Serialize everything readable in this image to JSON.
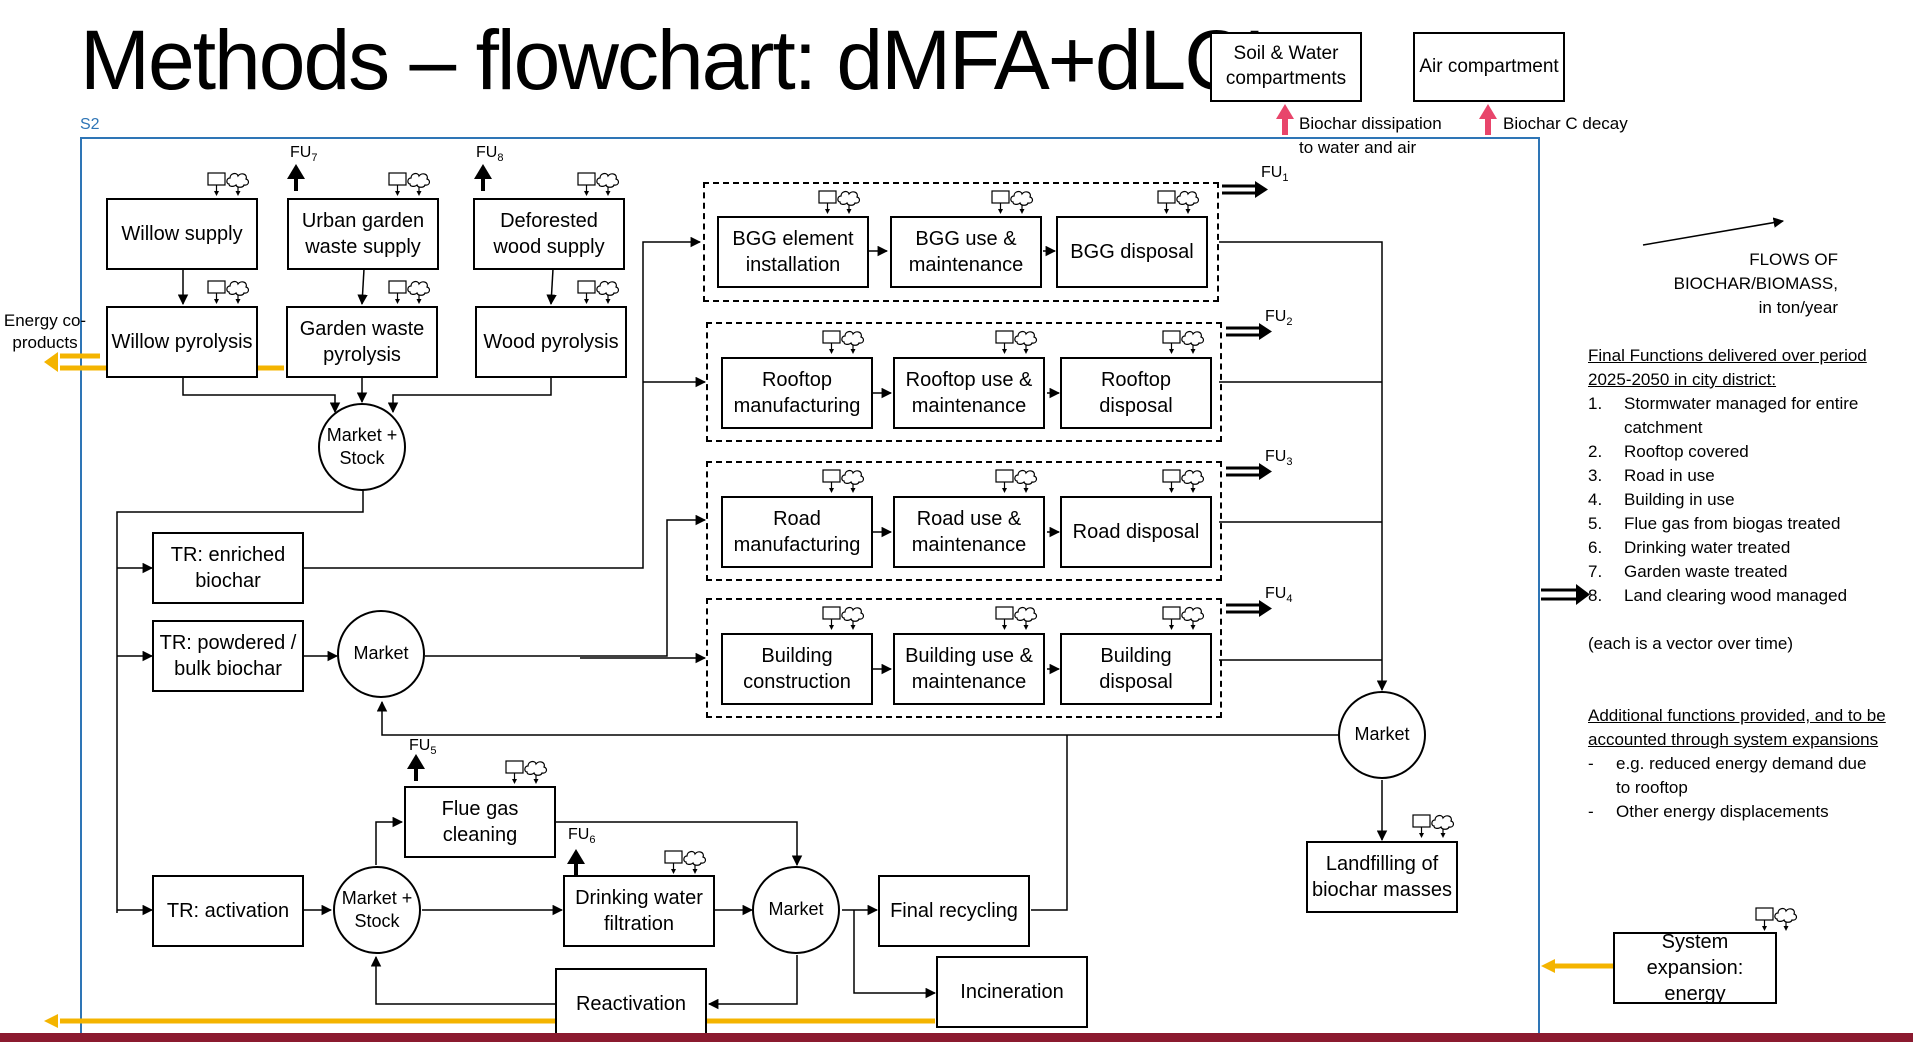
{
  "title": "Methods – flowchart: dMFA+dLCI",
  "system_label": "S2",
  "compartments": {
    "soil_water": "Soil & Water compartments",
    "air": "Air compartment",
    "dissipation_label": "Biochar dissipation to water and air",
    "decay_label": "Biochar C  decay"
  },
  "legend": {
    "flows_label": "FLOWS OF BIOCHAR/BIOMASS, in ton/year"
  },
  "nodes": {
    "willow_supply": "Willow supply",
    "urban_garden_supply": "Urban garden waste supply",
    "deforested_wood_supply": "Deforested wood supply",
    "willow_pyrolysis": "Willow pyrolysis",
    "garden_waste_pyrolysis": "Garden waste pyrolysis",
    "wood_pyrolysis": "Wood pyrolysis",
    "market_stock_top": "Market + Stock",
    "tr_enriched": "TR: enriched biochar",
    "tr_powdered": "TR: powdered / bulk biochar",
    "market_mid": "Market",
    "tr_activation": "TR: activation",
    "market_stock_bottom": "Market + Stock",
    "flue_gas": "Flue gas cleaning",
    "drinking_water": "Drinking water filtration",
    "market_water": "Market",
    "final_recycling": "Final recycling",
    "incineration": "Incineration",
    "reactivation": "Reactivation",
    "bgg_install": "BGG element installation",
    "bgg_use": "BGG use & maintenance",
    "bgg_disposal": "BGG disposal",
    "rooftop_manu": "Rooftop manufacturing",
    "rooftop_use": "Rooftop use & maintenance",
    "rooftop_disposal": "Rooftop disposal",
    "road_manu": "Road manufacturing",
    "road_use": "Road use & maintenance",
    "road_disposal": "Road disposal",
    "building_construction": "Building construction",
    "building_use": "Building use & maintenance",
    "building_disposal": "Building disposal",
    "market_right": "Market",
    "landfilling": "Landfilling of biochar masses",
    "system_expansion": "System expansion: energy"
  },
  "energy_coproducts": "Energy co-products",
  "functional_units": {
    "fu1": "FU",
    "fu1_sub": "1",
    "fu2": "FU",
    "fu2_sub": "2",
    "fu3": "FU",
    "fu3_sub": "3",
    "fu4": "FU",
    "fu4_sub": "4",
    "fu5": "FU",
    "fu5_sub": "5",
    "fu6": "FU",
    "fu6_sub": "6",
    "fu7": "FU",
    "fu7_sub": "7",
    "fu8": "FU",
    "fu8_sub": "8"
  },
  "final_functions": {
    "heading": "Final Functions delivered over period 2025-2050 in city district:",
    "items": [
      {
        "n": "1.",
        "text": "Stormwater managed for entire"
      },
      {
        "n": "",
        "text": "catchment"
      },
      {
        "n": "2.",
        "text": "Rooftop covered"
      },
      {
        "n": "3.",
        "text": "Road in use"
      },
      {
        "n": "4.",
        "text": "Building in use"
      },
      {
        "n": "5.",
        "text": "Flue gas from biogas treated"
      },
      {
        "n": "6.",
        "text": "Drinking water treated"
      },
      {
        "n": "7.",
        "text": "Garden waste treated"
      },
      {
        "n": "8.",
        "text": "Land clearing wood managed"
      }
    ],
    "note": "(each is a vector over time)"
  },
  "additional_functions": {
    "heading": "Additional functions provided, and to be accounted through system expansions",
    "items": [
      {
        "n": "-",
        "text": "e.g. reduced energy demand due"
      },
      {
        "n": "",
        "text": "to rooftop"
      },
      {
        "n": "-",
        "text": "Other energy displacements"
      }
    ]
  },
  "colors": {
    "flow_yellow": "#f4b400",
    "decay_pink": "#e8456b",
    "system_blue": "#2e75b6",
    "bottom_bar": "#8b1a2f"
  },
  "icons": [
    "inventory-icon",
    "cloud-emission-icon",
    "fu-output-arrow-icon",
    "double-arrow-icon"
  ]
}
